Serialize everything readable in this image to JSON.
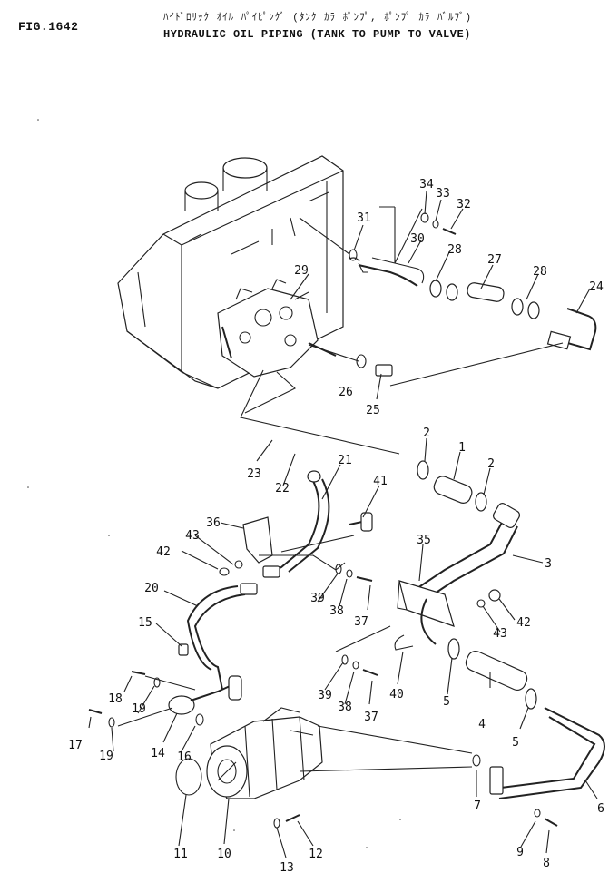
{
  "header": {
    "figure_no": "FIG.1642",
    "title_kana": "ﾊｲﾄﾞﾛﾘｯｸ ｵｲﾙ ﾊﾟｲﾋﾟﾝｸﾞ (ﾀﾝｸ ｶﾗ ﾎﾟﾝﾌﾟ, ﾎﾟﾝﾌﾟ ｶﾗ ﾊﾞﾙﾌﾞ)",
    "title_en": "HYDRAULIC OIL PIPING (TANK TO PUMP TO VALVE)"
  },
  "callouts": [
    "1",
    "2",
    "2",
    "3",
    "4",
    "5",
    "5",
    "6",
    "7",
    "8",
    "9",
    "10",
    "11",
    "12",
    "13",
    "14",
    "15",
    "16",
    "17",
    "18",
    "19",
    "19",
    "20",
    "21",
    "22",
    "23",
    "24",
    "25",
    "26",
    "27",
    "28",
    "28",
    "29",
    "30",
    "31",
    "32",
    "33",
    "34",
    "35",
    "36",
    "37",
    "37",
    "38",
    "38",
    "39",
    "39",
    "40",
    "41",
    "42",
    "42",
    "43",
    "43"
  ]
}
